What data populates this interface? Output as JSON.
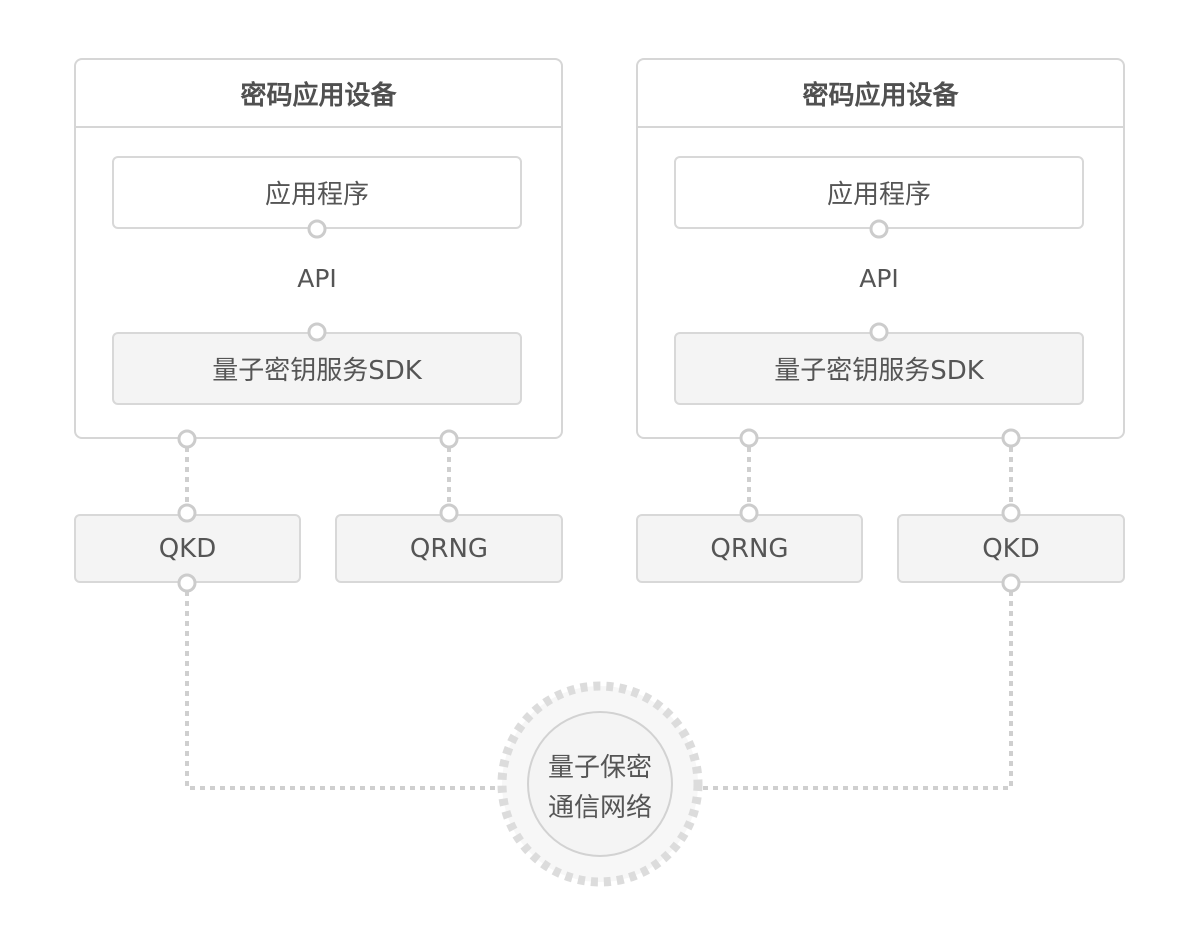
{
  "devices": [
    {
      "title": "密码应用设备",
      "app_label": "应用程序",
      "api_label": "API",
      "sdk_label": "量子密钥服务SDK",
      "modules": [
        "QKD",
        "QRNG"
      ]
    },
    {
      "title": "密码应用设备",
      "app_label": "应用程序",
      "api_label": "API",
      "sdk_label": "量子密钥服务SDK",
      "modules": [
        "QRNG",
        "QKD"
      ]
    }
  ],
  "network": {
    "line1": "量子保密",
    "line2": "通信网络"
  },
  "colors": {
    "border": "#d6d6d6",
    "connector": "#cfcfcf",
    "box_fill": "#f4f4f4",
    "text": "#555555"
  }
}
